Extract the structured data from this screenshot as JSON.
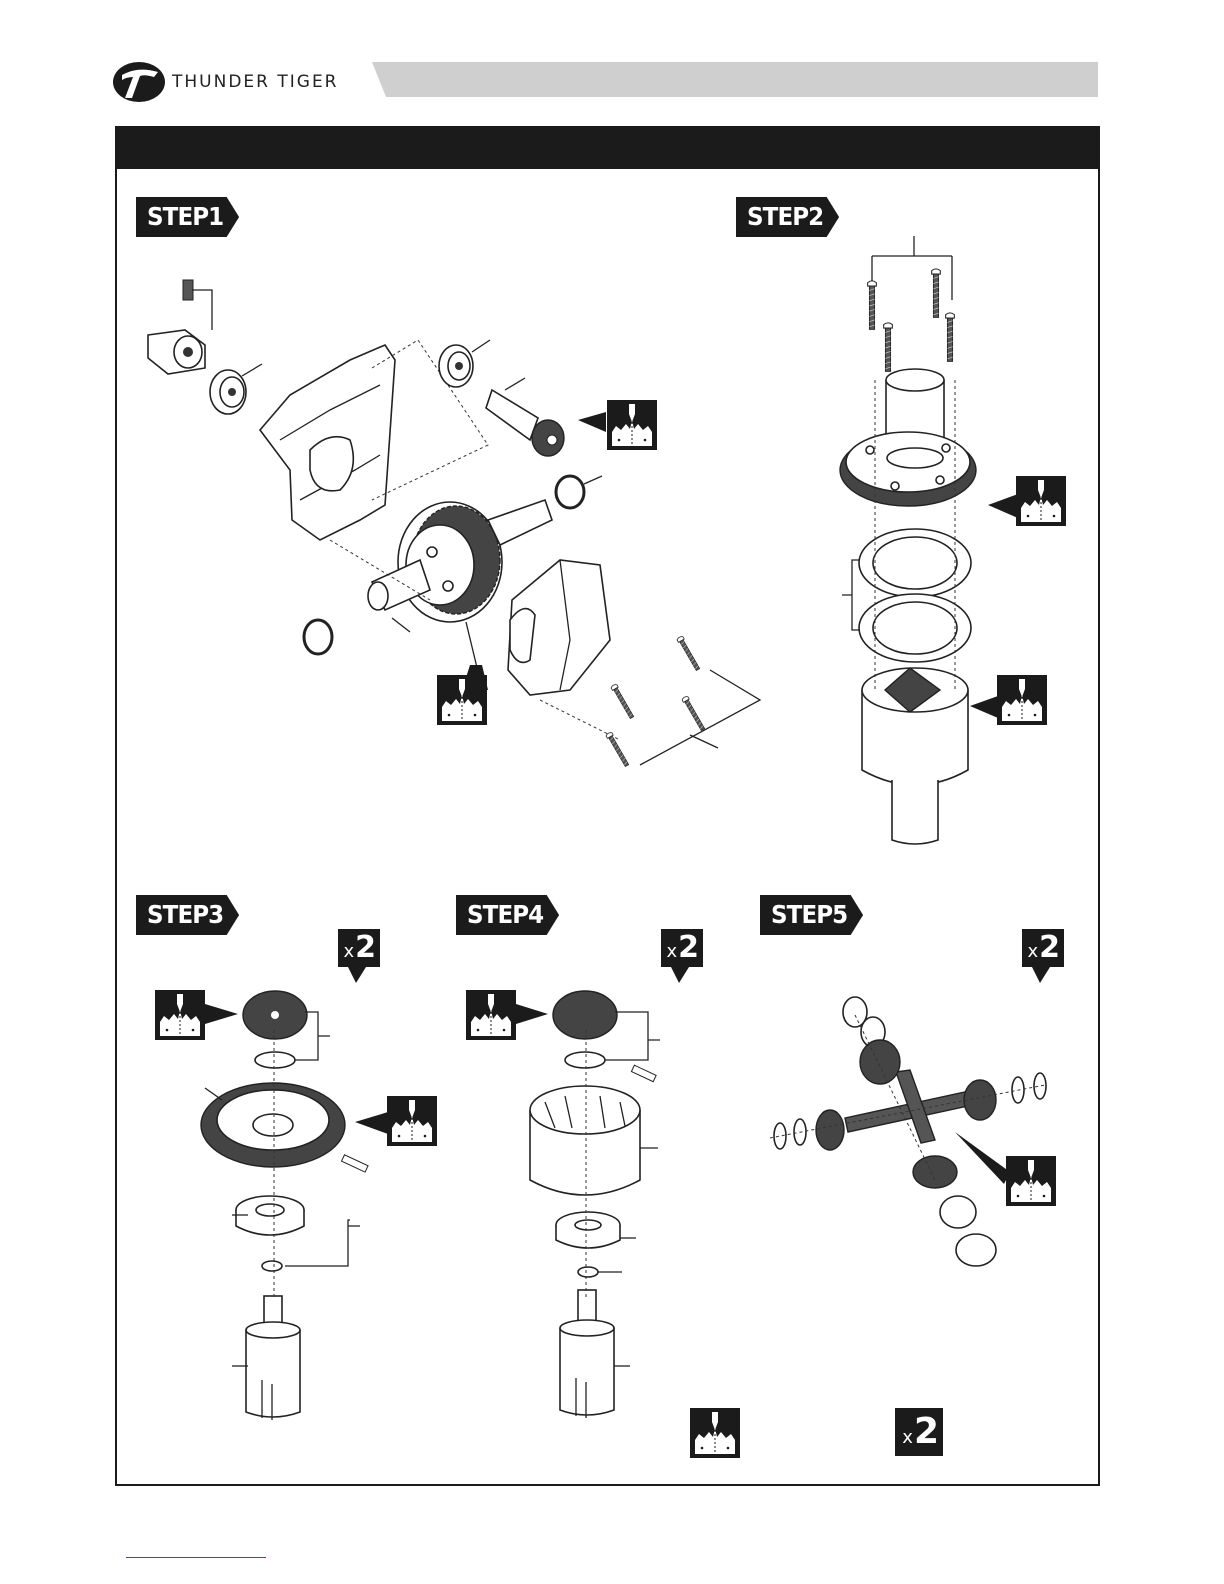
{
  "brand": {
    "name": "THUNDER TIGER"
  },
  "steps": [
    {
      "label": "STEP1"
    },
    {
      "label": "STEP2"
    },
    {
      "label": "STEP3",
      "multiplier": {
        "x": "x",
        "n": "2"
      }
    },
    {
      "label": "STEP4",
      "multiplier": {
        "x": "x",
        "n": "2"
      }
    },
    {
      "label": "STEP5",
      "multiplier": {
        "x": "x",
        "n": "2"
      }
    }
  ],
  "legend": {
    "multiplier": {
      "x": "x",
      "n": "2"
    }
  },
  "colors": {
    "dark": "#1b1b1b",
    "header_gray": "#cfcfcf",
    "part_fill": "#444444"
  },
  "icons": [
    "thunder-tiger-logo-icon",
    "grease-icon",
    "multiplier-badge-icon"
  ]
}
